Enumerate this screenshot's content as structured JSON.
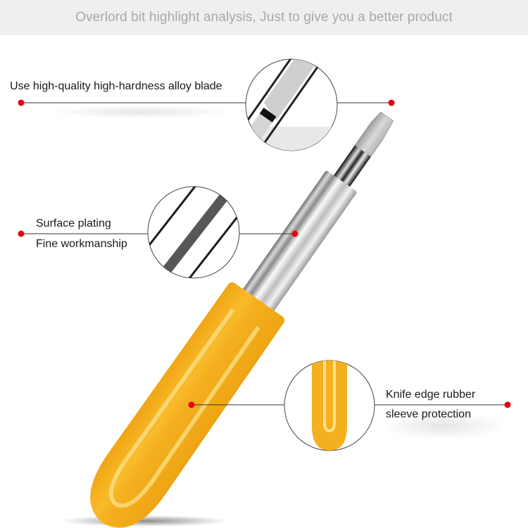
{
  "header": {
    "title": "Overlord bit highlight analysis, Just to give you a better product"
  },
  "callouts": [
    {
      "id": "blade",
      "lines": [
        "Use high-quality high-hardness alloy blade"
      ],
      "detail": "alloy-blade-closeup"
    },
    {
      "id": "plating",
      "lines": [
        "Surface plating",
        "Fine workmanship"
      ],
      "detail": "plated-shaft-closeup"
    },
    {
      "id": "sleeve",
      "lines": [
        "Knife edge rubber",
        "sleeve protection"
      ],
      "detail": "rubber-sleeve-closeup"
    }
  ],
  "colors": {
    "accent_dot": "#e60012",
    "leader_line": "#333333",
    "sleeve_yellow": "#f5b21c",
    "header_bg": "#efefef",
    "header_text": "#a8a8a8"
  }
}
